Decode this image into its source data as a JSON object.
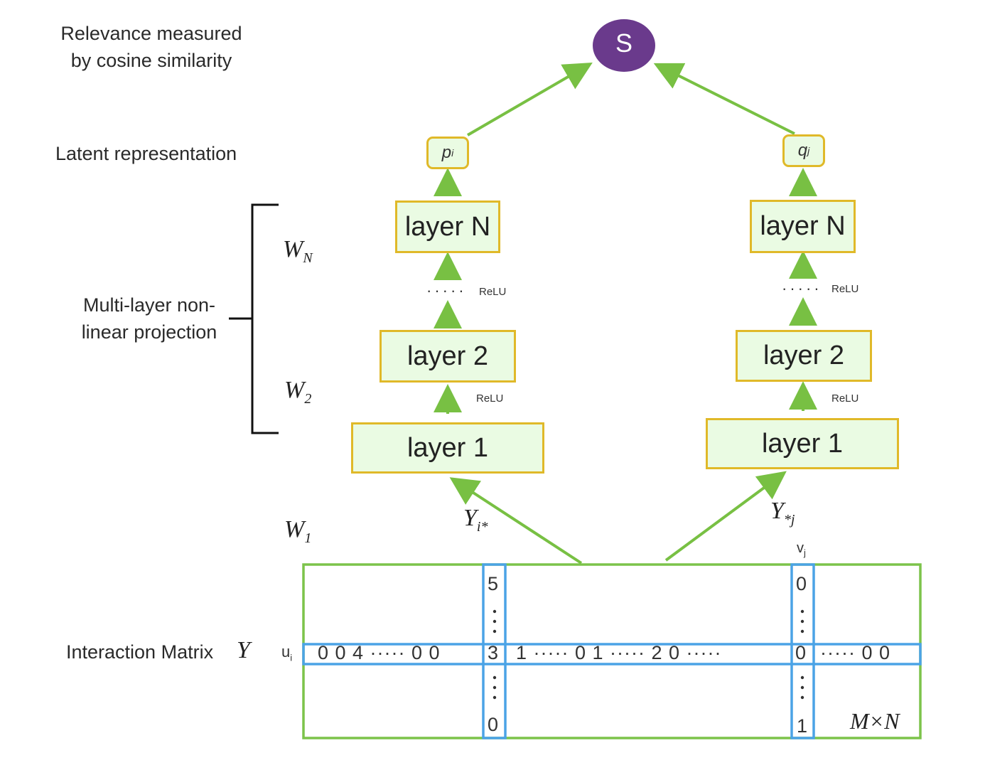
{
  "left_labels": {
    "relevance": [
      "Relevance measured",
      "by cosine similarity"
    ],
    "latent": "Latent representation",
    "projection": [
      "Multi-layer non-",
      "linear projection"
    ],
    "matrix": "Interaction Matrix"
  },
  "weights": {
    "wn": {
      "base": "W",
      "sub": "N"
    },
    "w2": {
      "base": "W",
      "sub": "2"
    },
    "w1": {
      "base": "W",
      "sub": "1"
    }
  },
  "score_node": "S",
  "left_tower": {
    "latent": "p",
    "latent_sub": "i",
    "layer_n": "layer N",
    "layer_2": "layer 2",
    "layer_1": "layer 1",
    "relu_top": "ReLU",
    "relu_bottom": "ReLU",
    "dots": "·····",
    "input_base": "Y",
    "input_sub": "i*"
  },
  "right_tower": {
    "latent": "q",
    "latent_sub": "j",
    "layer_n": "layer N",
    "layer_2": "layer 2",
    "layer_1": "layer 1",
    "relu_top": "ReLU",
    "relu_bottom": "ReLU",
    "dots": "·····",
    "input_base": "Y",
    "input_sub": "*j"
  },
  "matrix": {
    "symbol": "Y",
    "row_label": "u",
    "row_label_sub": "i",
    "col_label": "v",
    "col_label_sub": "j",
    "row_segments": [
      "0 0 4 ····· 0 0",
      "3",
      "1 ····· 0 1 ····· 2 0 ·····",
      "0",
      "····· 0 0"
    ],
    "col_i": {
      "top": "5",
      "bottom": "0"
    },
    "col_j": {
      "top": "0",
      "bottom": "1"
    },
    "size": "M×N"
  },
  "colors": {
    "arrow": "#78c043",
    "layer_border": "#e0b929",
    "layer_fill": "#eafbe3",
    "node": "#6a3a8c",
    "matrix_border": "#7cc34a",
    "highlight": "#4ba3e6"
  }
}
